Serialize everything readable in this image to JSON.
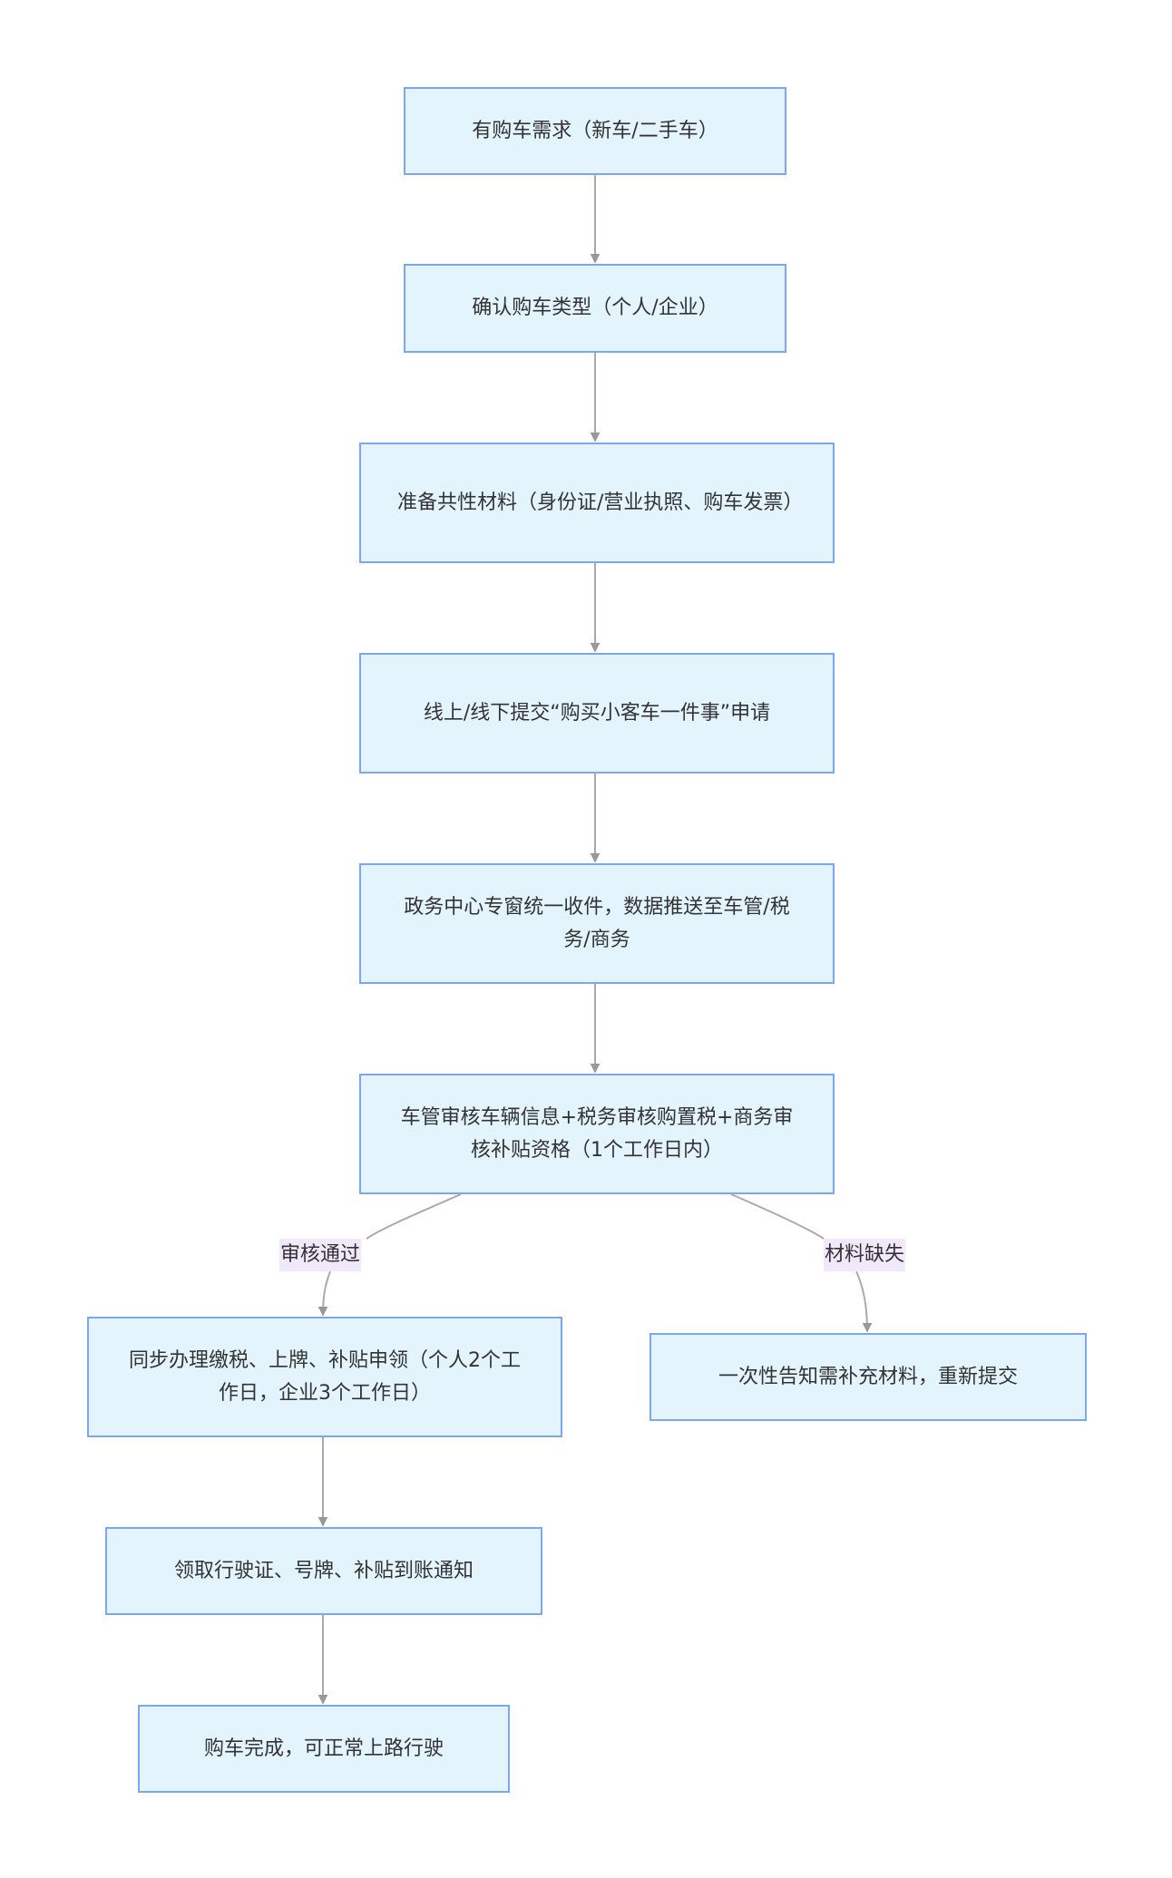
{
  "diagram": {
    "type": "flowchart",
    "direction": "top-down",
    "colors": {
      "node_fill": "#e3f4fd",
      "node_border": "#7aa7f0",
      "edge": "#aaaaaa",
      "arrowhead": "#999999",
      "label_fill": "#f1e8fb",
      "text": "#333333"
    },
    "nodes": [
      {
        "id": "n1",
        "text": "有购车需求（新车/二手车）"
      },
      {
        "id": "n2",
        "text": "确认购车类型（个人/企业）"
      },
      {
        "id": "n3",
        "text": "准备共性材料（身份证/营业执照、购车发票）"
      },
      {
        "id": "n4",
        "text": "线上/线下提交“购买小客车一件事”申请"
      },
      {
        "id": "n5",
        "text": "政务中心专窗统一收件，数据推送至车管/税务/商务"
      },
      {
        "id": "n6",
        "text": "车管审核车辆信息+税务审核购置税+商务审核补贴资格（1个工作日内）"
      },
      {
        "id": "n7",
        "text": "同步办理缴税、上牌、补贴申领（个人2个工作日，企业3个工作日）"
      },
      {
        "id": "n8",
        "text": "一次性告知需补充材料，重新提交"
      },
      {
        "id": "n9",
        "text": "领取行驶证、号牌、补贴到账通知"
      },
      {
        "id": "n10",
        "text": "购车完成，可正常上路行驶"
      }
    ],
    "edges": [
      {
        "from": "n1",
        "to": "n2",
        "label": ""
      },
      {
        "from": "n2",
        "to": "n3",
        "label": ""
      },
      {
        "from": "n3",
        "to": "n4",
        "label": ""
      },
      {
        "from": "n4",
        "to": "n5",
        "label": ""
      },
      {
        "from": "n5",
        "to": "n6",
        "label": ""
      },
      {
        "from": "n6",
        "to": "n7",
        "label": "审核通过"
      },
      {
        "from": "n6",
        "to": "n8",
        "label": "材料缺失"
      },
      {
        "from": "n7",
        "to": "n9",
        "label": ""
      },
      {
        "from": "n9",
        "to": "n10",
        "label": ""
      }
    ]
  }
}
